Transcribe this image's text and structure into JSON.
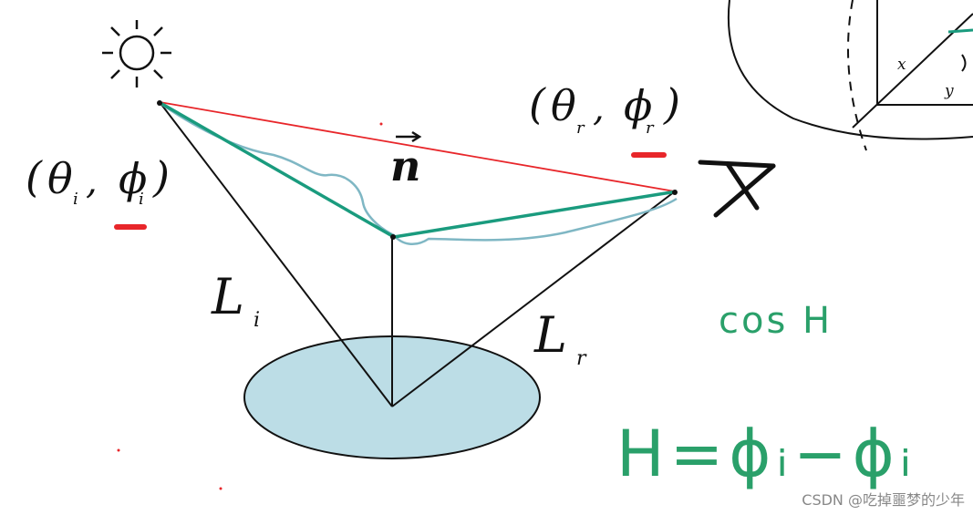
{
  "colors": {
    "line_black": "#111111",
    "line_red": "#e8262a",
    "line_teal": "#1a9b7e",
    "line_lightblue": "#7fb7c4",
    "ellipse_fill": "#bcdde6",
    "handwriting_green": "#2aa06a",
    "marker_red": "#e8262a"
  },
  "icons": {
    "light_source": "sun-icon",
    "viewer": "eye-icon"
  },
  "labels": {
    "incident_theta": "θ",
    "incident_theta_sub": "i",
    "incident_phi": "ϕ",
    "incident_phi_sub": "i",
    "reflected_theta": "θ",
    "reflected_theta_sub": "r",
    "reflected_phi": "ϕ",
    "reflected_phi_sub": "r",
    "normal": "n",
    "incident_L": "L",
    "incident_L_sub": "i",
    "reflected_L": "L",
    "reflected_L_sub": "r",
    "inset_x": "x",
    "inset_y": "y"
  },
  "handwriting": {
    "note1": "cos H",
    "note2": "H=ϕᵢ−ϕᵢ"
  },
  "watermark": "CSDN @吃掉噩梦的少年"
}
